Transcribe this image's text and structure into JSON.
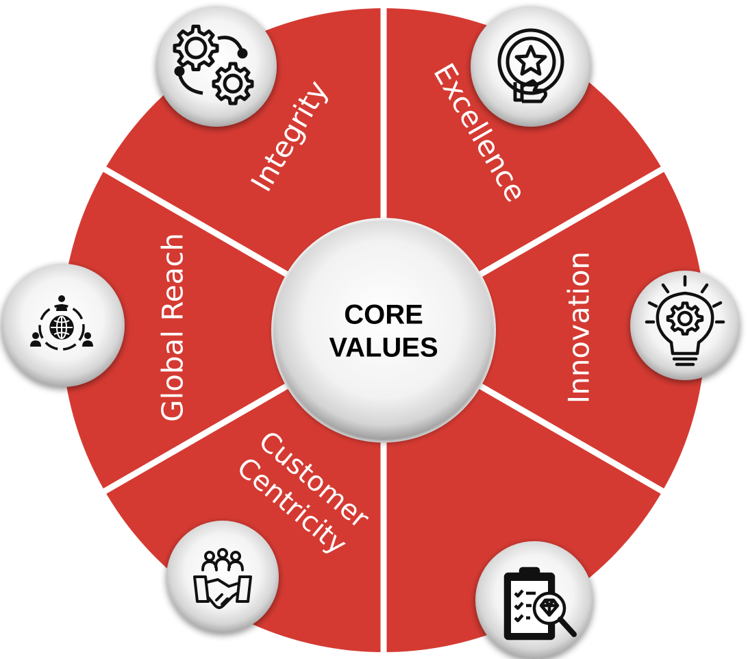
{
  "center": {
    "line1": "CORE",
    "line2": "VALUES"
  },
  "segments": [
    {
      "label": "Integrity",
      "icon": "gears-icon"
    },
    {
      "label": "Excellence",
      "icon": "star-award-icon"
    },
    {
      "label": "Innovation",
      "icon": "lightbulb-gear-icon"
    },
    {
      "label": "",
      "icon": "clipboard-diamond-search-icon"
    },
    {
      "label_line1": "Customer",
      "label_line2": "Centricity",
      "icon": "handshake-team-icon"
    },
    {
      "label": "Global Reach",
      "icon": "globe-network-icon"
    }
  ],
  "colors": {
    "segment": "#d43a32",
    "separator": "#ffffff",
    "label": "#ffffff",
    "center_text": "#000000"
  }
}
